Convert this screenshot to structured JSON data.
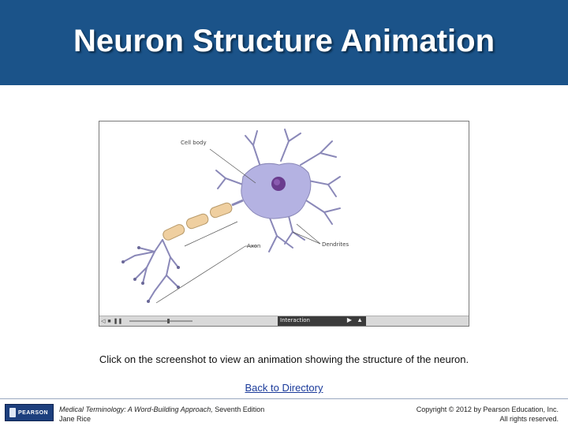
{
  "header": {
    "title": "Neuron Structure Animation",
    "bg_color": "#1b5389"
  },
  "screenshot": {
    "labels": {
      "cell_body": "Cell body",
      "axon": "Axon",
      "dendrites": "Dendrites"
    },
    "player": {
      "section_label": "Interaction"
    }
  },
  "caption": "Click on the screenshot to view an animation showing the structure of the neuron.",
  "back_link": "Back to Directory",
  "footer": {
    "logo_text": "PEARSON",
    "book_title": "Medical Terminology: A Word-Building Approach,",
    "edition": " Seventh Edition",
    "author": "Jane Rice",
    "copyright": "Copyright © 2012 by Pearson Education, Inc.",
    "rights": "All rights reserved."
  }
}
